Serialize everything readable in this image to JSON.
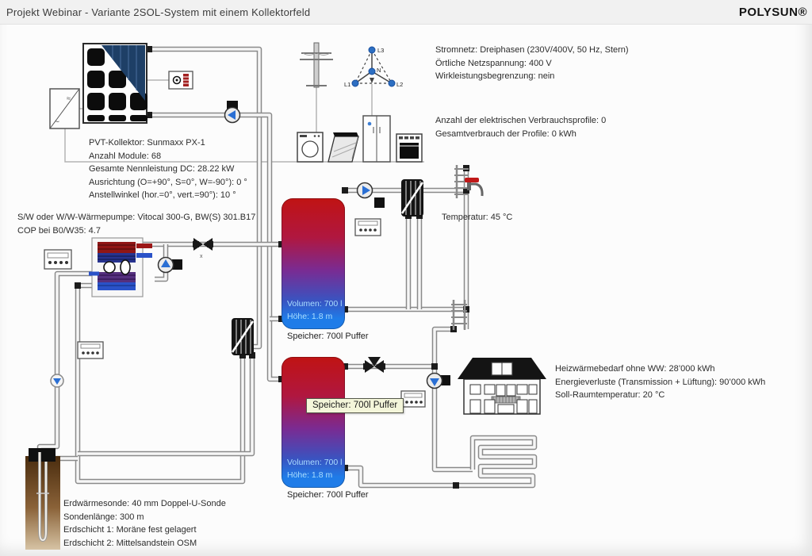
{
  "header": {
    "title": "Projekt Webinar - Variante 2SOL-System mit einem Kollektorfeld",
    "brand": "POLYSUN®"
  },
  "grid_info": [
    "Stromnetz: Dreiphasen (230V/400V, 50 Hz, Stern)",
    "Örtliche Netzspannung: 400 V",
    "Wirkleistungsbegrenzung: nein"
  ],
  "profiles_info": {
    "active": "Anzahl der elektrischen Verbrauchsprofile: 0",
    "muted": "Gesamtverbrauch der Profile: 0 kWh"
  },
  "pvt_info": [
    "PVT-Kollektor: Sunmaxx PX-1",
    "Anzahl Module: 68",
    "Gesamte Nennleistung DC: 28.22 kW",
    "Ausrichtung (O=+90°, S=0°, W=-90°): 0 °",
    "Anstellwinkel (hor.=0°, vert.=90°): 10 °"
  ],
  "heatpump_info": {
    "active": "S/W oder W/W-Wärmepumpe: Vitocal 300-G, BW(S) 301.B17",
    "muted": "COP bei B0/W35: 4.7"
  },
  "dhw_info": {
    "temperature": "Temperatur: 45 °C"
  },
  "tank1": {
    "volume": "Volumen: 700 l",
    "height": "Höhe: 1.8 m",
    "caption": "Speicher: 700l Puffer"
  },
  "tank2": {
    "volume": "Volumen: 700 l",
    "height": "Höhe: 1.8 m",
    "caption": "Speicher: 700l Puffer"
  },
  "tooltip": {
    "text": "Speicher: 700l Puffer"
  },
  "building_info": [
    "Heizwärmebedarf ohne WW: 28’000 kWh",
    "Energieverluste (Transmission + Lüftung): 90’000 kWh",
    "Soll-Raumtemperatur: 20 °C"
  ],
  "borehole_info": [
    "Erdwärmesonde: 40 mm Doppel-U-Sonde",
    "Sondenlänge: 300 m",
    "Erdschicht 1: Moräne fest gelagert",
    "Erdschicht 2: Mittelsandstein OSM"
  ],
  "phases": {
    "l1": "L1",
    "l2": "L2",
    "l3": "L3",
    "n": "N"
  },
  "colors": {
    "accent_blue": "#2a6fd4",
    "tank_red": "#c01313",
    "tank_blue": "#1f7ce8",
    "pipe_gray": "#8a8a8a",
    "tooltip_bg": "#f4f6da",
    "muted_text": "#d0d0d0"
  }
}
